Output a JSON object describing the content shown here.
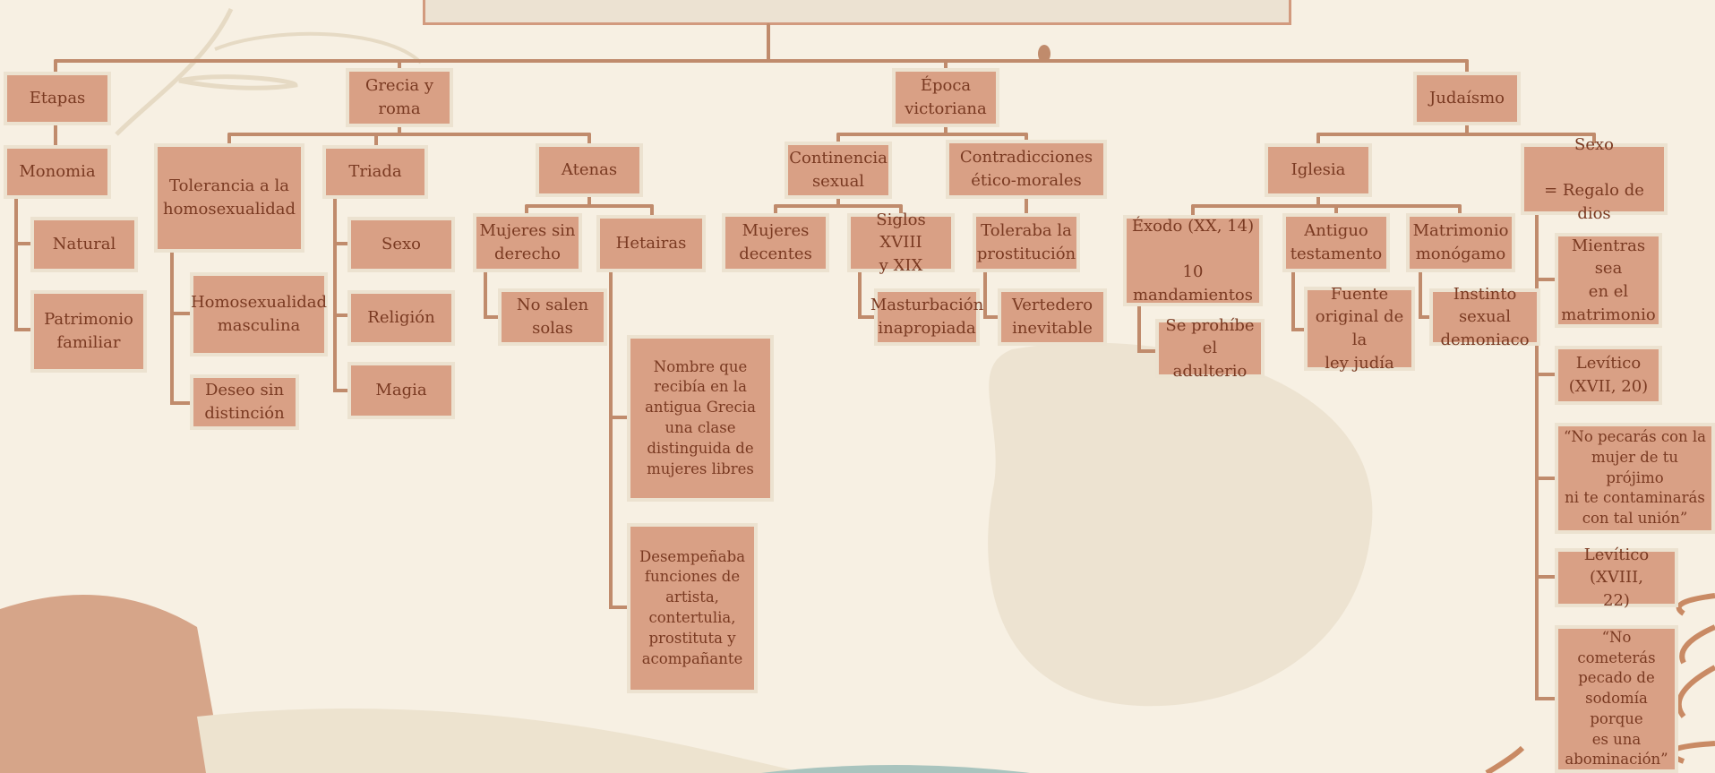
{
  "colors": {
    "background": "#f7f0e3",
    "node_fill": "#d9a085",
    "node_border": "#ece2d0",
    "node_text": "#7a3a22",
    "connector": "#c08b6c"
  },
  "nodes": {
    "etapas": "Etapas",
    "monomia": "Monomia",
    "natural": "Natural",
    "patrimonio": "Patrimonio\nfamiliar",
    "grecia": "Grecia y\nroma",
    "tolerancia": "Tolerancia a la\nhomosexualidad",
    "homosexualidad": "Homosexualidad\nmasculina",
    "deseo": "Deseo sin\ndistinción",
    "triada": "Triada",
    "sexo_triada": "Sexo",
    "religion": "Religión",
    "magia": "Magia",
    "atenas": "Atenas",
    "mujeres_sin_derecho": "Mujeres sin\nderecho",
    "no_salen": "No salen\nsolas",
    "hetairas": "Hetairas",
    "nombre": "Nombre que\nrecibía en la\nantigua Grecia\nuna clase\ndistinguida de\nmujeres libres",
    "desempenaba": "Desempeñaba\nfunciones de\nartista,\ncontertulia,\nprostituta y\nacompañante",
    "victoriana": "Época\nvictoriana",
    "continencia": "Continencia\nsexual",
    "mujeres_decentes": "Mujeres\ndecentes",
    "siglos": "Siglos XVIII\ny XIX",
    "masturbacion": "Masturbación\ninapropiada",
    "contradicciones": "Contradicciones\nético-morales",
    "toleraba": "Toleraba la\nprostitución",
    "vertedero": "Vertedero\ninevitable",
    "judaismo": "Judaísmo",
    "iglesia": "Iglesia",
    "exodo": "Éxodo (XX, 14)\n\n10 mandamientos",
    "se_prohibe": "Se prohíbe el\nadulterio",
    "antiguo": "Antiguo\ntestamento",
    "fuente": "Fuente\noriginal de la\nley judía",
    "matrimonio": "Matrimonio\nmonógamo",
    "instinto": "Instinto sexual\ndemoniaco",
    "sexo_regalo": "Sexo\n\n= Regalo de dios",
    "mientras": "Mientras sea\nen el\nmatrimonio",
    "levitico1": "Levítico\n(XVII, 20)",
    "no_pecaras": "“No pecarás con la\nmujer de tu prójimo\nni te contaminarás\ncon tal unión”",
    "levitico2": "Levítico (XVIII,\n22)",
    "no_cometeras": "“No cometerás\npecado de\nsodomía porque\nes una\nabominación”"
  }
}
